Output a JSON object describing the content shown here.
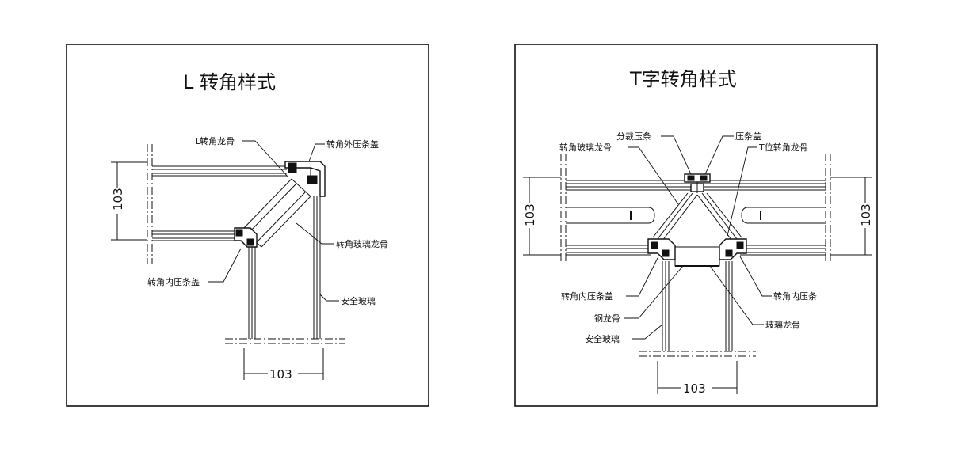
{
  "left_panel": {
    "title": "L 转角样式",
    "labels": {
      "l_mullion": "L转角龙骨",
      "outer_cap": "转角外压条盖",
      "glass_mullion": "转角玻璃龙骨",
      "inner_cap": "转角内压条盖",
      "safety_glass": "安全玻璃"
    },
    "dim_vertical": "103",
    "dim_horizontal": "103"
  },
  "right_panel": {
    "title": "T字转角样式",
    "labels": {
      "split_strip": "分裁压条",
      "cap": "压条盖",
      "glass_mullion": "转角玻璃龙骨",
      "t_mullion": "T位转角龙骨",
      "inner_cap": "转角内压条盖",
      "inner_strip": "转角内压条",
      "steel_mullion": "钢龙骨",
      "glass_keel": "玻璃龙骨",
      "safety_glass": "安全玻璃"
    },
    "dim_left": "103",
    "dim_right": "103",
    "dim_bottom": "103"
  }
}
